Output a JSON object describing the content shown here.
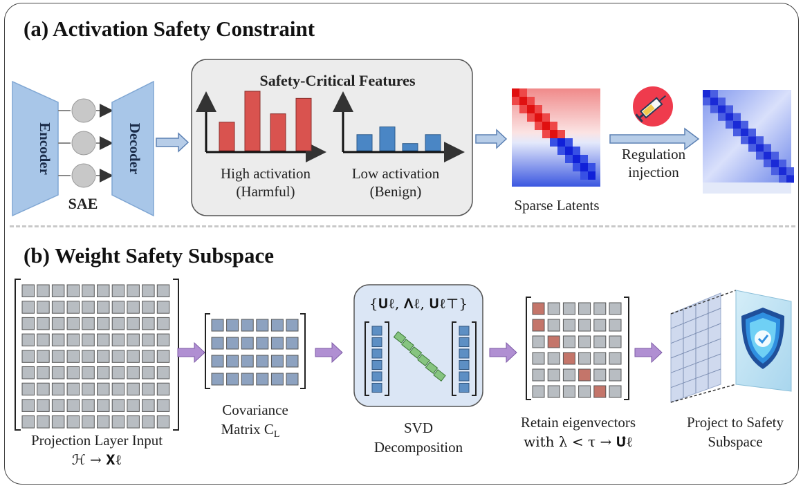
{
  "panel_a": {
    "title": "(a) Activation Safety Constraint",
    "encoder_label": "Encoder",
    "decoder_label": "Decoder",
    "sae_label": "SAE",
    "features_title": "Safety-Critical Features",
    "harmful_bars": [
      0.48,
      1.0,
      0.62,
      0.88
    ],
    "benign_bars": [
      0.27,
      0.4,
      0.12,
      0.27
    ],
    "high_label": "High activation",
    "high_sub": "(Harmful)",
    "low_label": "Low activation",
    "low_sub": "(Benign)",
    "sparse_label": "Sparse Latents",
    "regulation_line1": "Regulation",
    "regulation_line2": "injection",
    "colors": {
      "harmful": "#d9534f",
      "benign": "#4a86c5",
      "sae": "#a8c6e8"
    }
  },
  "panel_b": {
    "title": "(b) Weight Safety Subspace",
    "proj_label": "Projection Layer Input",
    "proj_math": "ℋ → 𝐗ℓ",
    "cov_line1": "Covariance",
    "cov_line2": "Matrix C",
    "cov_sub": "L",
    "svd_math": "{𝐔ℓ, 𝚲ℓ, 𝐔ℓ⊤}",
    "svd_line1": "SVD",
    "svd_line2": "Decomposition",
    "retain_line1": "Retain eigenvectors",
    "retain_line2": "with λ < τ → 𝐔̂ℓ",
    "project_line1": "Project to Safety",
    "project_line2": "Subspace",
    "colors": {
      "grid_cell": "#b8bdc2",
      "cov_cell": "#8da2c0",
      "svd_cell": "#5d8fc4",
      "svd_diag": "#86c480",
      "retain": "#c4756a",
      "arrow": "#a77bc6"
    }
  }
}
